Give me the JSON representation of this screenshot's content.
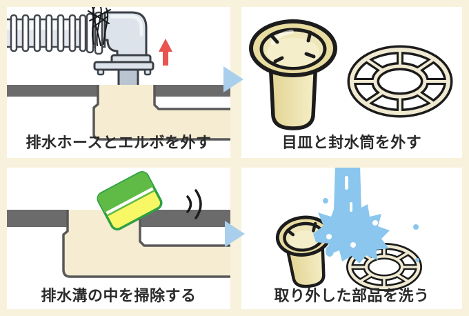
{
  "figure": {
    "title": "washing-machine-drain-cleaning-steps",
    "background_color": "#f8f2dc",
    "panel_background": "#ffffff",
    "colors": {
      "outline_black": "#1c1c1c",
      "floor_gray": "#6b6b6b",
      "drain_beige": "#f5ecd2",
      "drain_outline": "#585858",
      "pipe_gray": "#dce3eb",
      "arrow_red": "#e9544f",
      "arrow_blue": "#a9cfec",
      "water_blue": "#8ac6ee",
      "parts_tan": "#e8dca0",
      "sponge_green": "#5fbb46",
      "sponge_yellow": "#f8f866"
    },
    "steps": [
      {
        "id": 1,
        "caption": "排水ホースとエルボを外す",
        "illustration": "drain-hose-and-elbow-removed-upward"
      },
      {
        "id": 2,
        "caption": "目皿と封水筒を外す",
        "illustration": "strainer-plate-and-seal-cylinder"
      },
      {
        "id": 3,
        "caption": "排水溝の中を掃除する",
        "illustration": "sponge-cleaning-drain-trap"
      },
      {
        "id": 4,
        "caption": "取り外した部品を洗う",
        "illustration": "water-rinsing-removed-parts"
      }
    ]
  }
}
